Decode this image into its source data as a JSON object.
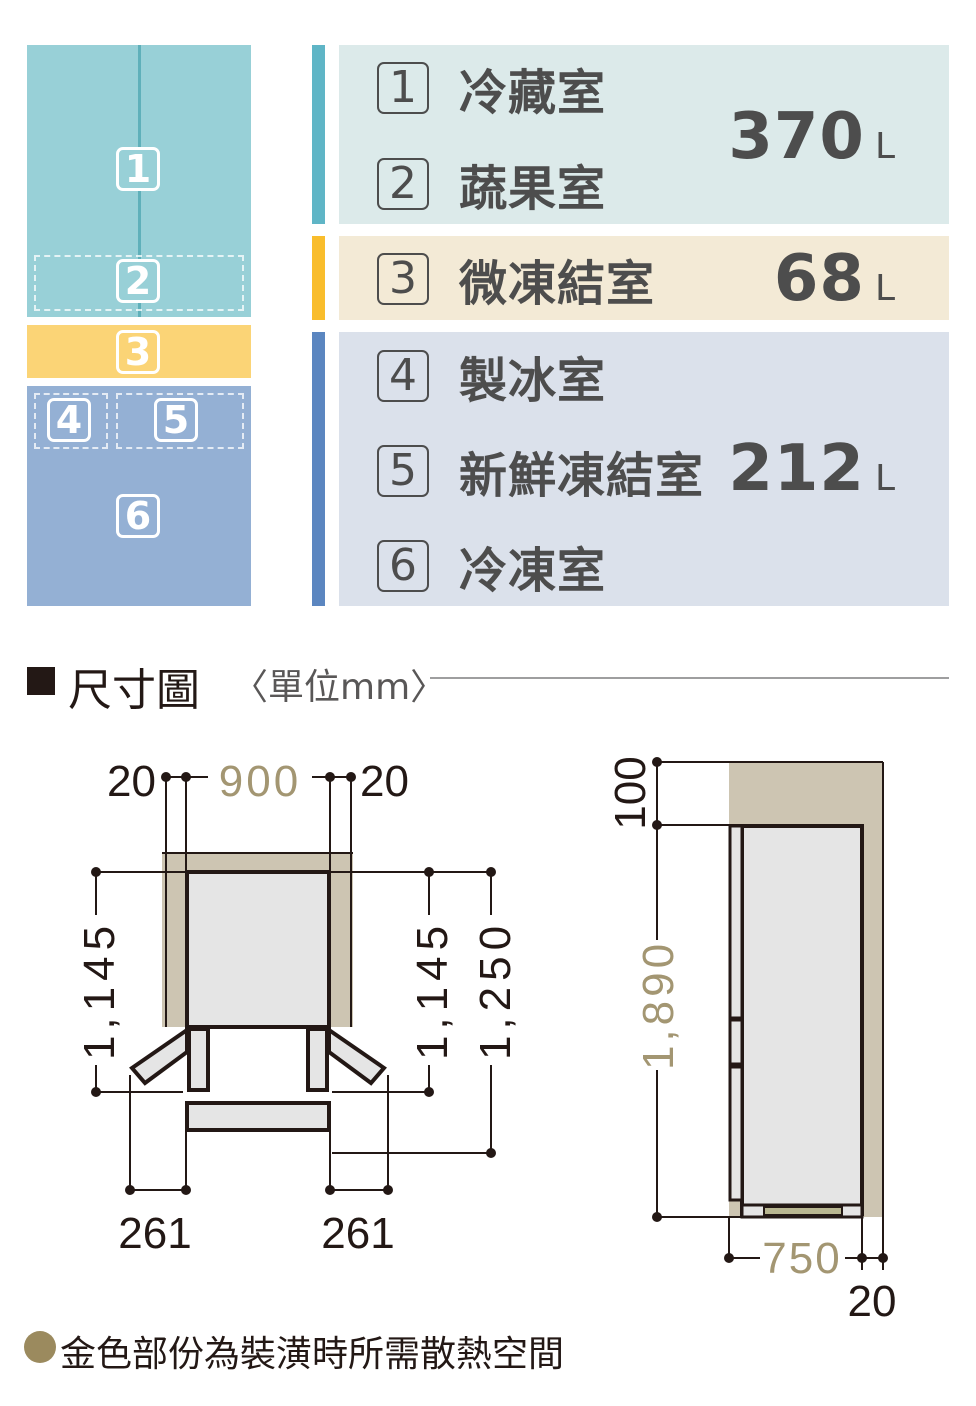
{
  "fridge_icon": {
    "badges": [
      "1",
      "2",
      "3",
      "4",
      "5",
      "6"
    ]
  },
  "compartments": [
    {
      "group": "refrigeration",
      "items": [
        {
          "num": "1",
          "label": "冷藏室"
        },
        {
          "num": "2",
          "label": "蔬果室"
        }
      ],
      "volume": "370",
      "unit": "L"
    },
    {
      "group": "soft-freeze",
      "items": [
        {
          "num": "3",
          "label": "微凍結室"
        }
      ],
      "volume": "68",
      "unit": "L"
    },
    {
      "group": "freezer",
      "items": [
        {
          "num": "4",
          "label": "製冰室"
        },
        {
          "num": "5",
          "label": "新鮮凍結室"
        },
        {
          "num": "6",
          "label": "冷凍室"
        }
      ],
      "volume": "212",
      "unit": "L"
    }
  ],
  "colors": {
    "teal": "#98d0d7",
    "teal_bar": "#5fb5c6",
    "teal_panel": "#dceaea",
    "yellow": "#fbd476",
    "yellow_bar": "#f9bd2c",
    "yellow_panel": "#f3ead6",
    "blue": "#94b0d4",
    "blue_bar": "#5b86c0",
    "blue_panel": "#dbe1eb",
    "gold": "#a39672",
    "clearance": "#cdc5b2",
    "ink": "#231815"
  },
  "section": {
    "title": "尺寸圖",
    "unit_note": "〈單位mm〉"
  },
  "front_view": {
    "left_gap": "20",
    "width": "900",
    "right_gap": "20",
    "depth_left": "1,145",
    "depth_right": "1,145",
    "depth_open": "1,250",
    "door_left": "261",
    "door_right": "261"
  },
  "side_view": {
    "top_gap": "100",
    "height": "1,890",
    "depth": "750",
    "back_gap": "20"
  },
  "footnote": "金色部份為裝潢時所需散熱空間"
}
